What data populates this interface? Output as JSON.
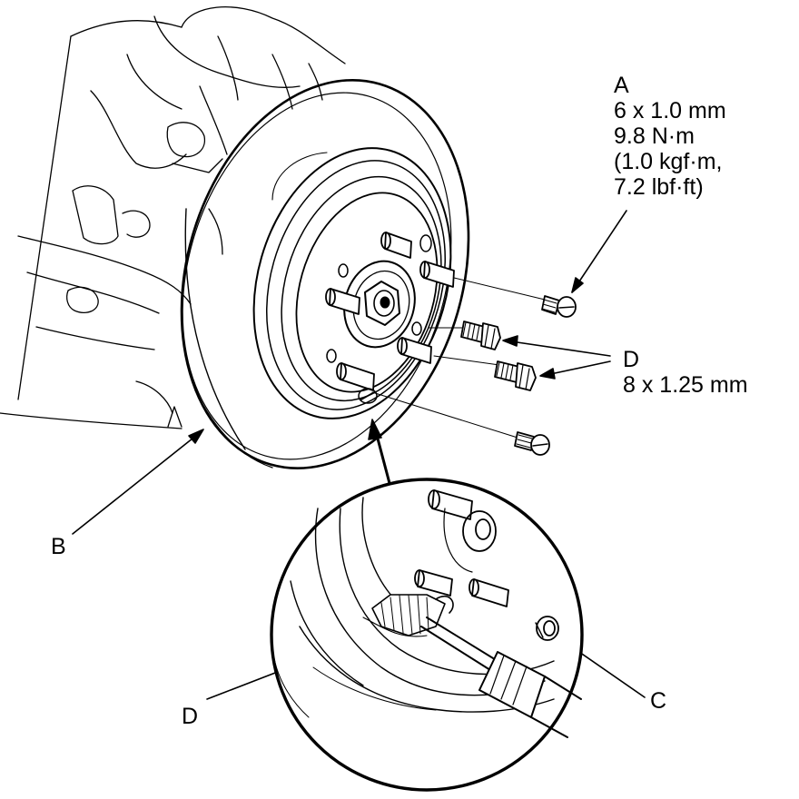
{
  "callouts": {
    "a": {
      "letter": "A",
      "size": "6 x 1.0 mm",
      "torque_nm": "9.8 N·m",
      "torque_kgf": "(1.0 kgf·m,",
      "torque_lbf": "7.2 lbf·ft)"
    },
    "b": {
      "letter": "B"
    },
    "c": {
      "letter": "C"
    },
    "d": {
      "letter": "D",
      "size": "8 x 1.25 mm"
    },
    "d_detail": {
      "letter": "D"
    }
  },
  "colors": {
    "line": "#000000",
    "background": "#ffffff"
  }
}
